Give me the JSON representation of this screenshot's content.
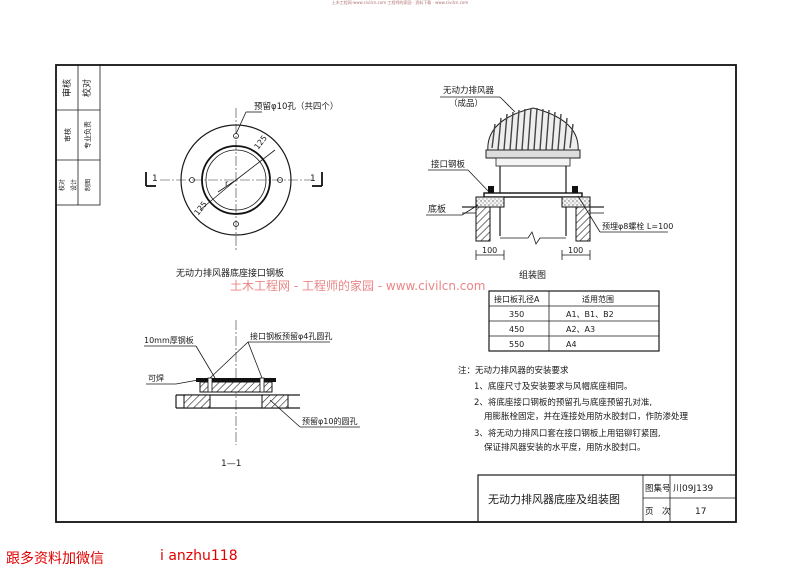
{
  "top_watermark": "土木工程网·www.civilcn.com 工程师的家园 · 资料下载 · www.civilcn.com",
  "side_block": {
    "signatures": [
      "审核",
      "校对",
      "设计"
    ],
    "labels": [
      "审核",
      "校对",
      "设计",
      "制图",
      "专业负责"
    ]
  },
  "plan_view": {
    "hole_note": "预留φ10孔（共四个）",
    "dim1": "125",
    "dim2": "125",
    "section_mark_left": "1",
    "section_mark_right": "1",
    "r_label": "r",
    "caption": "无动力排风器底座接口钢板"
  },
  "assembly_view": {
    "fan_label_1": "无动力排风器",
    "fan_label_2": "（成品）",
    "plate_label": "接口钢板",
    "base_label": "底板",
    "bolt_label": "预埋φ8螺栓 L=100",
    "dim_left": "100",
    "dim_right": "100",
    "caption": "组装图"
  },
  "watermark": "土木工程网 - 工程师的家园 - www.civilcn.com",
  "table": {
    "headers": [
      "接口板孔径A",
      "适用范围"
    ],
    "rows": [
      [
        "350",
        "A1、B1、B2"
      ],
      [
        "450",
        "A2、A3"
      ],
      [
        "550",
        "A4"
      ]
    ]
  },
  "section_view": {
    "plate_label": "10mm厚钢板",
    "holes_label": "接口钢板预留φ4孔圆孔",
    "weld_label": "可焊",
    "round_hole_label": "预留φ10的圆孔",
    "caption": "1—1"
  },
  "notes": {
    "title": "注：无动力排风器的安装要求",
    "lines": [
      "1、底座尺寸及安装要求与风帽底座相同。",
      "2、将底座接口钢板的预留孔与底座预留孔对准,",
      "用膨胀栓固定，并在连接处用防水胶封口，作防渗处理",
      "3、将无动力排风口套在接口钢板上用铝铆钉紧固,",
      "保证排风器安装的水平度，用防水胶封口。"
    ]
  },
  "title_block": {
    "drawing_title": "无动力排风器底座及组装图",
    "atlas_label": "图集号",
    "atlas_value": "川09J139",
    "page_label": "页　次",
    "page_value": "17"
  },
  "footer": {
    "left": "跟多资料加微信",
    "right": "i anzhu118"
  }
}
